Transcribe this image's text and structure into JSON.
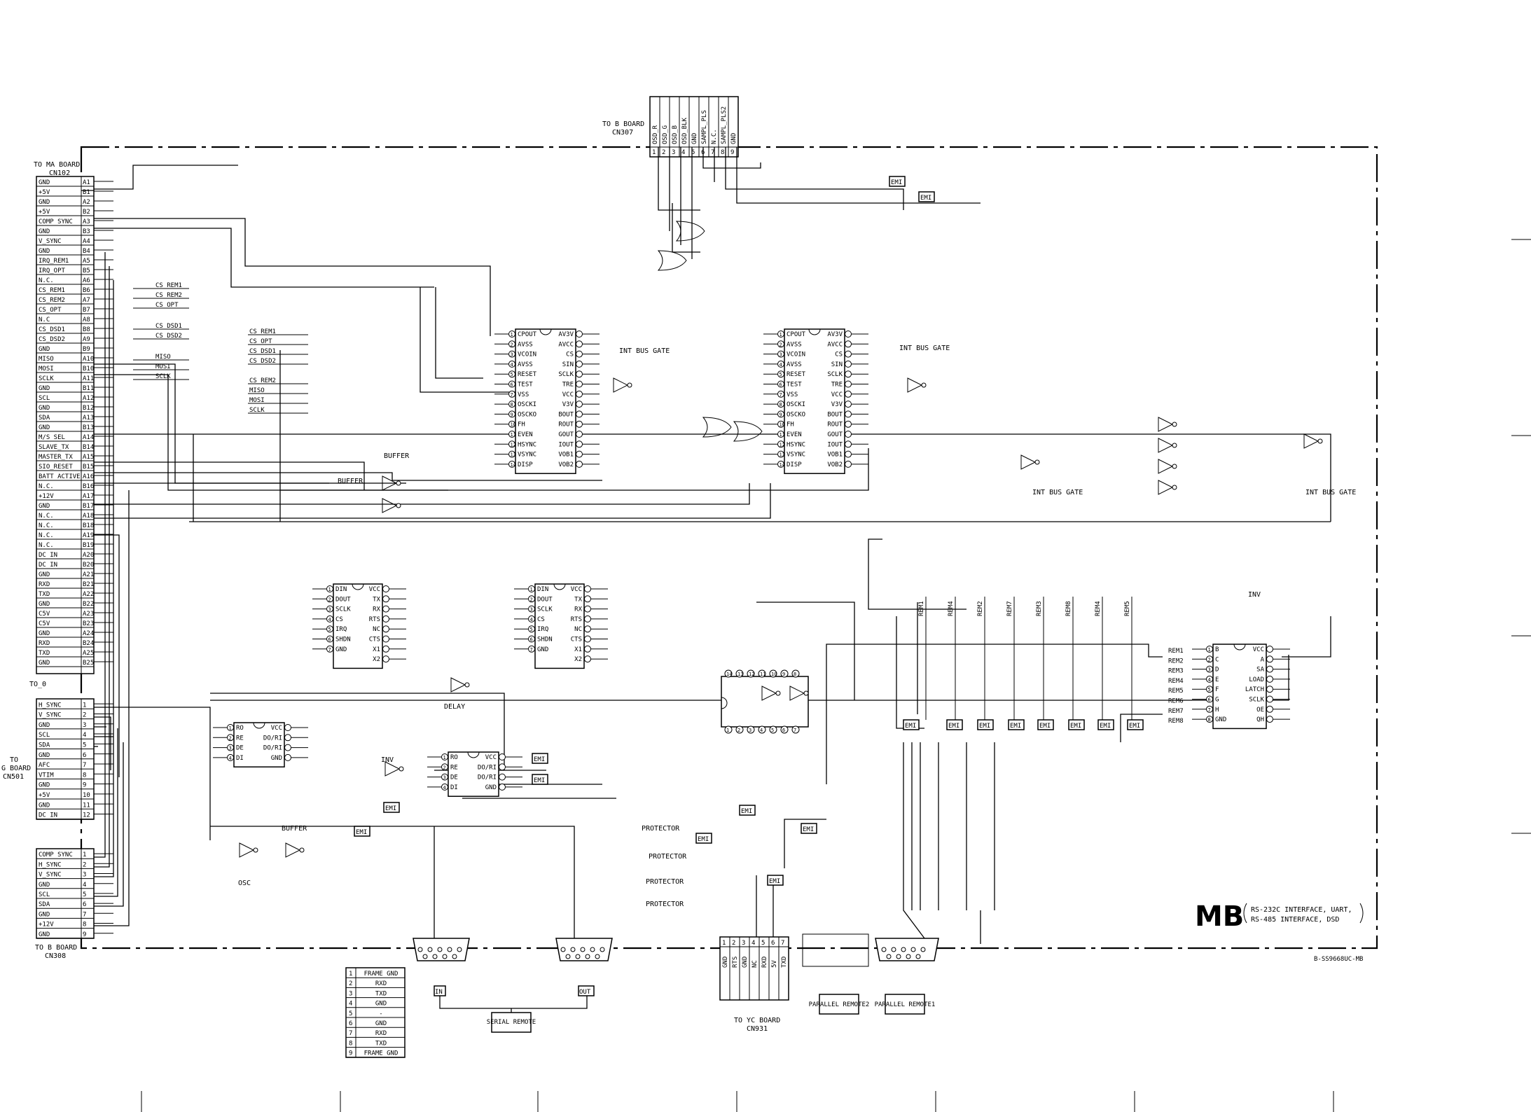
{
  "title": "MB",
  "subtitle_line1": "RS-232C INTERFACE, UART,",
  "subtitle_line2": "RS-485 INTERFACE, DSD",
  "diagram_id": "B-SS9668UC-MB",
  "cn102": {
    "label1": "TO MA BOARD",
    "label2": "CN102",
    "pins": [
      {
        "name": "GND",
        "pin": "A1"
      },
      {
        "name": "+5V",
        "pin": "B1"
      },
      {
        "name": "GND",
        "pin": "A2"
      },
      {
        "name": "+5V",
        "pin": "B2"
      },
      {
        "name": "COMP SYNC",
        "pin": "A3"
      },
      {
        "name": "GND",
        "pin": "B3"
      },
      {
        "name": "V_SYNC",
        "pin": "A4"
      },
      {
        "name": "GND",
        "pin": "B4"
      },
      {
        "name": "IRQ_REM1",
        "pin": "A5"
      },
      {
        "name": "IRQ_OPT",
        "pin": "B5"
      },
      {
        "name": "N.C.",
        "pin": "A6"
      },
      {
        "name": "CS_REM1",
        "pin": "B6"
      },
      {
        "name": "CS_REM2",
        "pin": "A7"
      },
      {
        "name": "CS_OPT",
        "pin": "B7"
      },
      {
        "name": "N.C",
        "pin": "A8"
      },
      {
        "name": "CS_DSD1",
        "pin": "B8"
      },
      {
        "name": "CS_DSD2",
        "pin": "A9"
      },
      {
        "name": "GND",
        "pin": "B9"
      },
      {
        "name": "MISO",
        "pin": "A10"
      },
      {
        "name": "MOSI",
        "pin": "B10"
      },
      {
        "name": "SCLK",
        "pin": "A11"
      },
      {
        "name": "GND",
        "pin": "B11"
      },
      {
        "name": "SCL",
        "pin": "A12"
      },
      {
        "name": "GND",
        "pin": "B12"
      },
      {
        "name": "SDA",
        "pin": "A13"
      },
      {
        "name": "GND",
        "pin": "B13"
      },
      {
        "name": "M/S SEL",
        "pin": "A14"
      },
      {
        "name": "SLAVE_TX",
        "pin": "B14"
      },
      {
        "name": "MASTER_TX",
        "pin": "A15"
      },
      {
        "name": "SIO_RESET",
        "pin": "B15"
      },
      {
        "name": "BATT ACTIVE",
        "pin": "A16"
      },
      {
        "name": "N.C.",
        "pin": "B16"
      },
      {
        "name": "+12V",
        "pin": "A17"
      },
      {
        "name": "GND",
        "pin": "B17"
      },
      {
        "name": "N.C.",
        "pin": "A18"
      },
      {
        "name": "N.C.",
        "pin": "B18"
      },
      {
        "name": "N.C.",
        "pin": "A19"
      },
      {
        "name": "N.C.",
        "pin": "B19"
      },
      {
        "name": "DC IN",
        "pin": "A20"
      },
      {
        "name": "DC IN",
        "pin": "B20"
      },
      {
        "name": "GND",
        "pin": "A21"
      },
      {
        "name": "RXD",
        "pin": "B21"
      },
      {
        "name": "TXD",
        "pin": "A22"
      },
      {
        "name": "GND",
        "pin": "B22"
      },
      {
        "name": "C5V",
        "pin": "A23"
      },
      {
        "name": "C5V",
        "pin": "B23"
      },
      {
        "name": "GND",
        "pin": "A24"
      },
      {
        "name": "RXD",
        "pin": "B24"
      },
      {
        "name": "TXD",
        "pin": "A25"
      },
      {
        "name": "GND",
        "pin": "B25"
      }
    ],
    "bottom_label": "TO_0"
  },
  "cn501": {
    "label1": "TO",
    "label2": "G BOARD",
    "label3": "CN501",
    "pins": [
      {
        "name": "H_SYNC",
        "pin": "1"
      },
      {
        "name": "V_SYNC",
        "pin": "2"
      },
      {
        "name": "GND",
        "pin": "3"
      },
      {
        "name": "SCL",
        "pin": "4"
      },
      {
        "name": "SDA",
        "pin": "5"
      },
      {
        "name": "GND",
        "pin": "6"
      },
      {
        "name": "AFC",
        "pin": "7"
      },
      {
        "name": "VTIM",
        "pin": "8"
      },
      {
        "name": "GND",
        "pin": "9"
      },
      {
        "name": "+5V",
        "pin": "10"
      },
      {
        "name": "GND",
        "pin": "11"
      },
      {
        "name": "DC IN",
        "pin": "12"
      }
    ]
  },
  "cn308": {
    "label1": "TO B BOARD",
    "label2": "CN308",
    "pins": [
      {
        "name": "COMP SYNC",
        "pin": "1"
      },
      {
        "name": "H_SYNC",
        "pin": "2"
      },
      {
        "name": "V_SYNC",
        "pin": "3"
      },
      {
        "name": "GND",
        "pin": "4"
      },
      {
        "name": "SCL",
        "pin": "5"
      },
      {
        "name": "SDA",
        "pin": "6"
      },
      {
        "name": "GND",
        "pin": "7"
      },
      {
        "name": "+12V",
        "pin": "8"
      },
      {
        "name": "GND",
        "pin": "9"
      }
    ]
  },
  "cn307": {
    "label1": "TO B BOARD",
    "label2": "CN307",
    "pins": [
      {
        "pin": "1",
        "name": "OSD_R"
      },
      {
        "pin": "2",
        "name": "OSD_G"
      },
      {
        "pin": "3",
        "name": "OSD_B"
      },
      {
        "pin": "4",
        "name": "OSD_BLK"
      },
      {
        "pin": "5",
        "name": "GND"
      },
      {
        "pin": "6",
        "name": "SAMPL_PLS"
      },
      {
        "pin": "7",
        "name": "N.C."
      },
      {
        "pin": "8",
        "name": "SAMPL_PLS2"
      },
      {
        "pin": "9",
        "name": "GND"
      }
    ]
  },
  "cn931": {
    "label1": "TO YC BOARD",
    "label2": "CN931",
    "pins": [
      {
        "pin": "1",
        "name": "GND"
      },
      {
        "pin": "2",
        "name": "RTS"
      },
      {
        "pin": "3",
        "name": "GND"
      },
      {
        "pin": "4",
        "name": "NC"
      },
      {
        "pin": "5",
        "name": "RXD"
      },
      {
        "pin": "6",
        "name": "5V"
      },
      {
        "pin": "7",
        "name": "TXD"
      }
    ]
  },
  "serial_table": [
    {
      "pin": "1",
      "name": "FRAME GND"
    },
    {
      "pin": "2",
      "name": "RXD"
    },
    {
      "pin": "3",
      "name": "TXD"
    },
    {
      "pin": "4",
      "name": "GND"
    },
    {
      "pin": "5",
      "name": "-"
    },
    {
      "pin": "6",
      "name": "GND"
    },
    {
      "pin": "7",
      "name": "RXD"
    },
    {
      "pin": "8",
      "name": "TXD"
    },
    {
      "pin": "9",
      "name": "FRAME GND"
    }
  ],
  "osd_ic": {
    "left": [
      "CPOUT",
      "AVSS",
      "VCOIN",
      "AVSS",
      "RESET",
      "TEST",
      "VSS",
      "OSCKI",
      "OSCKO",
      "FH",
      "EVEN",
      "HSYNC",
      "VSYNC",
      "DISP"
    ],
    "right": [
      "AV3V",
      "AVCC",
      "CS",
      "SIN",
      "SCLK",
      "TRE",
      "VCC",
      "V3V",
      "BOUT",
      "ROUT",
      "GOUT",
      "IOUT",
      "VOB1",
      "VOB2"
    ]
  },
  "uart_ic": {
    "left": [
      "DIN",
      "DOUT",
      "SCLK",
      "CS",
      "IRQ",
      "SHDN",
      "GND"
    ],
    "right": [
      "VCC",
      "TX",
      "RX",
      "RTS",
      "NC",
      "CTS",
      "X1",
      "X2"
    ]
  },
  "rs485_ic": {
    "left": [
      "RO",
      "RE",
      "DE",
      "DI"
    ],
    "right": [
      "VCC",
      "DO/RI",
      "DO/RI",
      "GND"
    ]
  },
  "shift_ic": {
    "left": [
      "B",
      "C",
      "D",
      "E",
      "F",
      "G",
      "H",
      "GND"
    ],
    "right": [
      "VCC",
      "A",
      "SA",
      "LOAD",
      "LATCH",
      "SCLK",
      "OE",
      "QH"
    ]
  },
  "labels": {
    "int_bus_gate": "INT BUS GATE",
    "buffer": "BUFFER",
    "delay": "DELAY",
    "inv": "INV",
    "osc": "OSC",
    "protector": "PROTECTOR",
    "emi": "EMI",
    "plus5v": "+5V",
    "five_v": "5V",
    "serial_remote": "SERIAL REMOTE",
    "in": "IN",
    "out": "OUT",
    "parallel_remote2": "PARALLEL REMOTE2",
    "parallel_remote1": "PARALLEL REMOTE1"
  },
  "bus_labels_left": [
    "CS_REM1",
    "CS_REM2",
    "CS_OPT",
    "CS_DSD1",
    "CS_DSD2",
    "MISO",
    "MOSI",
    "SCLK"
  ],
  "bus_labels_mid": [
    "CS_REM1",
    "CS_OPT",
    "CS_DSD1",
    "CS_DSD2",
    "CS_REM2",
    "MISO",
    "MOSI",
    "SCLK"
  ],
  "rem_labels": [
    "REM1",
    "REM4",
    "REM2",
    "REM7",
    "REM3",
    "REM8",
    "REM4",
    "REM5"
  ],
  "rem_inputs": [
    "REM1",
    "REM2",
    "REM3",
    "REM4",
    "REM5",
    "REM6",
    "REM7",
    "REM8"
  ]
}
